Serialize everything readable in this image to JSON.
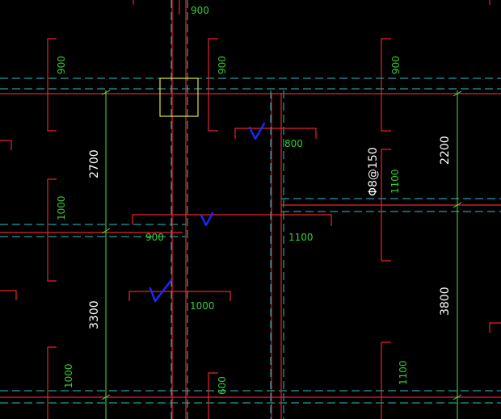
{
  "drawing": {
    "background": "#000000",
    "colors": {
      "rebar": "#e8232b",
      "axis": "#2ac3c3",
      "dimension": "#3ee83e",
      "label": "#33cc33",
      "check": "#1a2aff",
      "selection": "#e6e633"
    },
    "labels": {
      "l900_top": "900",
      "l900_a": "900",
      "l900_b": "900",
      "l900_c": "900",
      "l800": "800",
      "l1100_a": "1100",
      "l1100_b": "1100",
      "l1100_c": "1100",
      "l900_mid": "900",
      "l1000_a": "1000",
      "l1000_b": "1000",
      "l1000_c": "1000",
      "l600": "600"
    },
    "rebar_spec": "Φ8@150",
    "dimensions": {
      "d2700": "2700",
      "d3300": "3300",
      "d2200": "2200",
      "d3800": "3800"
    },
    "icons": {
      "check": "check-mark-icon",
      "selection": "selection-box-icon"
    }
  }
}
